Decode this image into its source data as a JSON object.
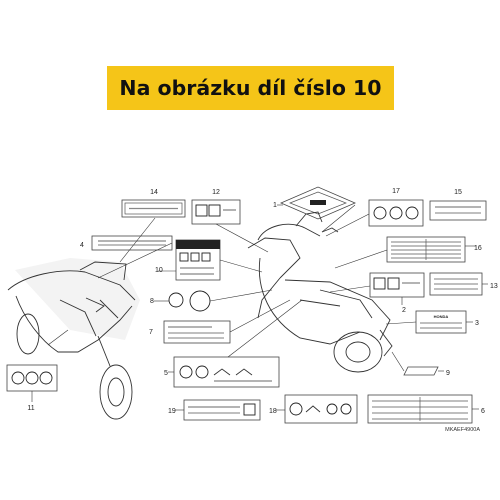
{
  "banner": {
    "text": "Na obrázku díl číslo 10",
    "color": "#f5c518"
  },
  "callouts": [
    "1",
    "2",
    "3",
    "4",
    "5",
    "6",
    "7",
    "8",
    "9",
    "10",
    "11",
    "12",
    "13",
    "14",
    "15",
    "16",
    "17",
    "18",
    "19"
  ],
  "label_3_brand": "HONDA",
  "diagram_code": "MKAEF4900A"
}
